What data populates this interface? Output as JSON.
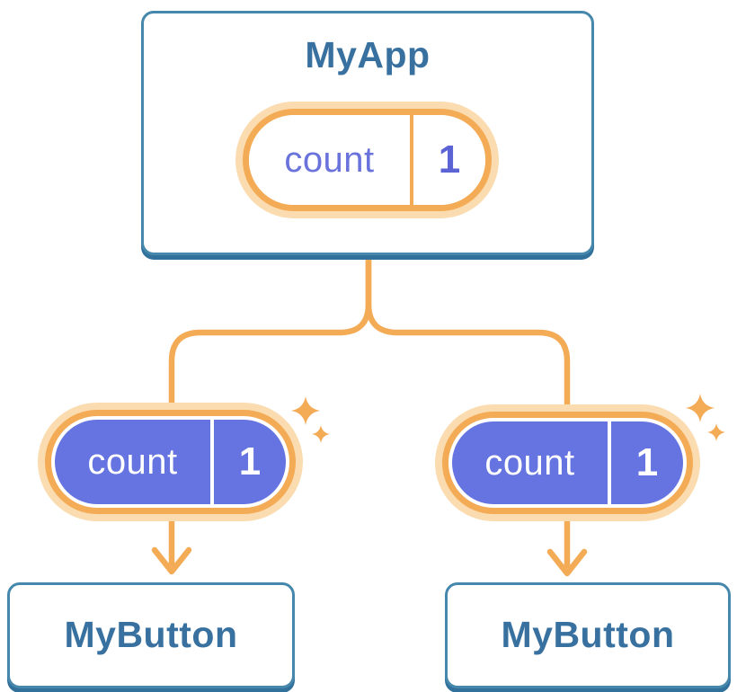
{
  "diagram": {
    "root_component": {
      "title": "MyApp"
    },
    "root_state": {
      "label": "count",
      "value": "1"
    },
    "left_prop": {
      "label": "count",
      "value": "1"
    },
    "right_prop": {
      "label": "count",
      "value": "1"
    },
    "left_child": {
      "title": "MyButton"
    },
    "right_child": {
      "title": "MyButton"
    }
  },
  "icons": {
    "sparkle": "sparkle-icon",
    "arrow_down": "arrow-down-icon"
  },
  "colors": {
    "accent_orange": "#f4ab56",
    "accent_orange_halo": "#fbdcb0",
    "state_purple": "#6574e0",
    "state_text_purple": "#6a73dc",
    "card_border_blue": "#4687ac",
    "card_edge_blue": "#31719c",
    "heading_blue": "#38719f",
    "background": "#ffffff"
  }
}
